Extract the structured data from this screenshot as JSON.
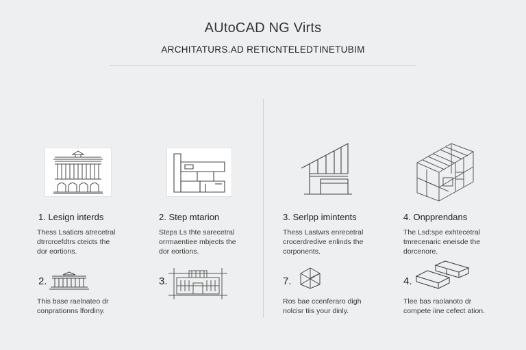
{
  "header": {
    "title": "AUtoCAD NG Virts",
    "subtitle": "ARCHITATURS.AD RETICNTELEDTINETUBIM"
  },
  "steps_top": [
    {
      "title": "1. Lesign interds",
      "desc": [
        "Thess Lsaticrs atrecetral",
        "dtrrcrcefdtrs cteicts the",
        "dor eortions."
      ],
      "icon": "classical-facade-icon"
    },
    {
      "title": "2. Step mtarion",
      "desc": [
        "Steps Ls thte sarecetral",
        "orrmaentiee mbjects the",
        "dor eortions."
      ],
      "icon": "floor-plan-icon"
    },
    {
      "title": "3. Serlpp imintents",
      "desc": [
        "Thess Lastwrs enrecetral",
        "crocerdredive enlinds the",
        "corponents."
      ],
      "icon": "modern-house-icon"
    },
    {
      "title": "4. Onpprendans",
      "desc": [
        "The Lsd:spe exhtecetral",
        "tmrecenaric eneisde the",
        "dorcenore."
      ],
      "icon": "structural-frame-icon"
    }
  ],
  "steps_bottom": [
    {
      "number": "2.",
      "desc": [
        "This base raelnateo dr",
        "conprationns lfordiny."
      ],
      "icon": "building-elevation-icon"
    },
    {
      "number": "3.",
      "desc": [],
      "icon": "blueprint-building-icon"
    },
    {
      "number": "7.",
      "desc": [
        "Ros bae ccenferaro digh",
        "nolcisr tiis your dinly."
      ],
      "icon": "wireframe-cube-icon"
    },
    {
      "number": "4.",
      "desc": [
        "Tlee bas raolanoto dr",
        "compete iine cefect ation."
      ],
      "icon": "stacked-blocks-icon"
    }
  ]
}
